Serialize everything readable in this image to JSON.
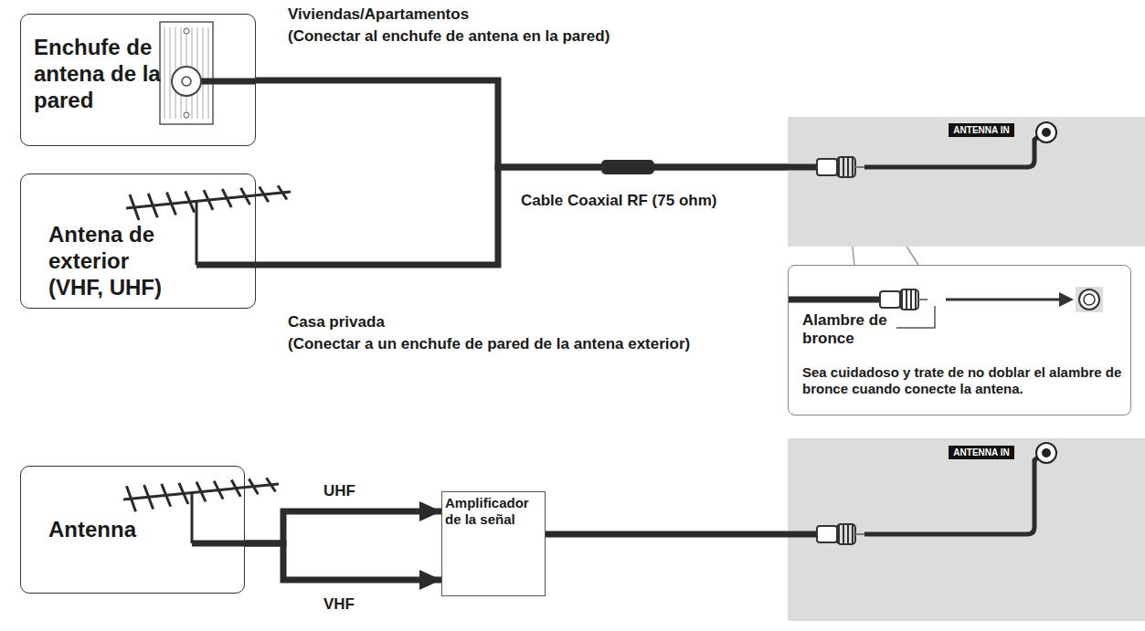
{
  "diagram": {
    "nodes": [
      {
        "text": [
          "Enchufe de antena de la pared"
        ]
      },
      {
        "text": [
          "Antena de exterior (VHF, UHF)"
        ]
      },
      {
        "text": [
          "ANTENNA IN"
        ]
      },
      {
        "text": [
          "Alambre de bronce",
          "Sea cuidadoso y trate de no doblar el alambre de bronce cuando conecte la antena."
        ]
      },
      {
        "text": [
          "Antenna"
        ]
      },
      {
        "text": [
          "Amplificador de la señal"
        ]
      },
      {
        "text": [
          "ANTENNA IN"
        ]
      }
    ],
    "edges": [
      {
        "from": 0,
        "to": 2,
        "arrow": "none"
      },
      {
        "from": 1,
        "to": 2,
        "arrow": "none"
      },
      {
        "from": 4,
        "to": 5,
        "label": "UHF",
        "arrow": "to"
      },
      {
        "from": 4,
        "to": 5,
        "label": "VHF",
        "arrow": "to"
      },
      {
        "from": 5,
        "to": 6,
        "arrow": "none"
      }
    ],
    "labels": [
      "Viviendas/Apartamentos",
      "(Conectar al enchufe de antena en la pared)",
      "Cable Coaxial RF (75 ohm)",
      "Casa privada",
      "(Conectar a un enchufe de pared de la antena exterior)"
    ]
  }
}
